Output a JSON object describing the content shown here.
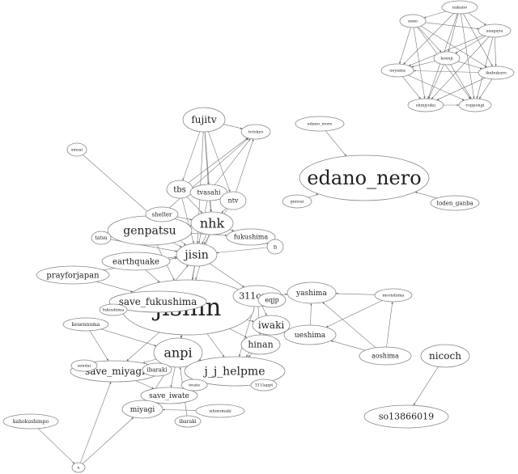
{
  "graph": {
    "nodes": [
      {
        "id": "jishin",
        "label": "jishin"
      },
      {
        "id": "edano_nero",
        "label": "edano_nero"
      },
      {
        "id": "anpi",
        "label": "anpi"
      },
      {
        "id": "j_j_helpme",
        "label": "j_j_helpme"
      },
      {
        "id": "genpatsu",
        "label": "genpatsu"
      },
      {
        "id": "nhk",
        "label": "nhk"
      },
      {
        "id": "jisin",
        "label": "jisin"
      },
      {
        "id": "fujitv",
        "label": "fujitv"
      },
      {
        "id": "save_fukushima",
        "label": "save_fukushima"
      },
      {
        "id": "save_miyagi",
        "label": "save_miyagi"
      },
      {
        "id": "prayforjapan",
        "label": "prayforjapan"
      },
      {
        "id": "earthquake",
        "label": "earthquake"
      },
      {
        "id": "311care",
        "label": "311care"
      },
      {
        "id": "iwaki",
        "label": "iwaki"
      },
      {
        "id": "hinan",
        "label": "hinan"
      },
      {
        "id": "tbs",
        "label": "tbs"
      },
      {
        "id": "tvasahi",
        "label": "tvasahi"
      },
      {
        "id": "ntv",
        "label": "ntv"
      },
      {
        "id": "shelter",
        "label": "shelter"
      },
      {
        "id": "fukushima",
        "label": "fukushima"
      },
      {
        "id": "fukushima2",
        "label": "fukushima"
      },
      {
        "id": "save_iwate",
        "label": "save_iwate"
      },
      {
        "id": "miyagi",
        "label": "miyagi"
      },
      {
        "id": "ibaraki",
        "label": "ibaraki"
      },
      {
        "id": "ibaraki2",
        "label": "ibaraki"
      },
      {
        "id": "sendai",
        "label": "sendai"
      },
      {
        "id": "eqjp",
        "label": "eqjp"
      },
      {
        "id": "n",
        "label": "n"
      },
      {
        "id": "tatsu",
        "label": "tatsu"
      },
      {
        "id": "sinsai",
        "label": "sinsai"
      },
      {
        "id": "tvtokyo",
        "label": "tvtokyo"
      },
      {
        "id": "kesennuma",
        "label": "kesennuma"
      },
      {
        "id": "iwate",
        "label": "iwate"
      },
      {
        "id": "ishinomaki",
        "label": "ishinomaki"
      },
      {
        "id": "311lapp",
        "label": "311lappt"
      },
      {
        "id": "kahokushimpo",
        "label": "kahokushimpo"
      },
      {
        "id": "bottom_node",
        "label": "x"
      },
      {
        "id": "yashima",
        "label": "yashima"
      },
      {
        "id": "ueshima",
        "label": "ueshima"
      },
      {
        "id": "aoshima",
        "label": "aoshima"
      },
      {
        "id": "morishima",
        "label": "morishima"
      },
      {
        "id": "nicoch",
        "label": "nicoch"
      },
      {
        "id": "so13866019",
        "label": "so13866019"
      },
      {
        "id": "edano_wore",
        "label": "edano_wore"
      },
      {
        "id": "genvai",
        "label": "genvai"
      },
      {
        "id": "toden_ganba",
        "label": "toden_ganba"
      },
      {
        "id": "nakano",
        "label": "nakano"
      },
      {
        "id": "ueno",
        "label": "ueno"
      },
      {
        "id": "asagaya",
        "label": "asagaya"
      },
      {
        "id": "koenji",
        "label": "koenji"
      },
      {
        "id": "akihabara",
        "label": "ikebukuro"
      },
      {
        "id": "ueyama",
        "label": "ueyama"
      },
      {
        "id": "shinjyuku",
        "label": "shinjyuku"
      },
      {
        "id": "roppongi",
        "label": "roppongi"
      }
    ],
    "edges": [
      [
        "edano_wore",
        "edano_nero"
      ],
      [
        "genvai",
        "edano_nero"
      ],
      [
        "toden_ganba",
        "edano_nero"
      ],
      [
        "nicoch",
        "so13866019"
      ],
      [
        "morishima",
        "yashima"
      ],
      [
        "morishima",
        "ueshima"
      ],
      [
        "aoshima",
        "morishima"
      ],
      [
        "aoshima",
        "yashima"
      ],
      [
        "aoshima",
        "ueshima"
      ],
      [
        "ueshima",
        "yashima"
      ],
      [
        "311care",
        "yashima"
      ],
      [
        "nakano",
        "ueno"
      ],
      [
        "nakano",
        "asagaya"
      ],
      [
        "nakano",
        "koenji"
      ],
      [
        "nakano",
        "akihabara"
      ],
      [
        "nakano",
        "ueyama"
      ],
      [
        "nakano",
        "shinjyuku"
      ],
      [
        "nakano",
        "roppongi"
      ],
      [
        "ueno",
        "asagaya"
      ],
      [
        "ueno",
        "koenji"
      ],
      [
        "ueno",
        "akihabara"
      ],
      [
        "ueno",
        "ueyama"
      ],
      [
        "ueno",
        "shinjyuku"
      ],
      [
        "ueno",
        "roppongi"
      ],
      [
        "asagaya",
        "koenji"
      ],
      [
        "asagaya",
        "akihabara"
      ],
      [
        "asagaya",
        "ueyama"
      ],
      [
        "asagaya",
        "shinjyuku"
      ],
      [
        "asagaya",
        "roppongi"
      ],
      [
        "koenji",
        "akihabara"
      ],
      [
        "koenji",
        "ueyama"
      ],
      [
        "koenji",
        "shinjyuku"
      ],
      [
        "koenji",
        "roppongi"
      ],
      [
        "akihabara",
        "ueyama"
      ],
      [
        "akihabara",
        "shinjyuku"
      ],
      [
        "akihabara",
        "roppongi"
      ],
      [
        "ueyama",
        "shinjyuku"
      ],
      [
        "ueyama",
        "roppongi"
      ],
      [
        "shinjyuku",
        "roppongi"
      ],
      [
        "sinsai",
        "jisin"
      ],
      [
        "fujitv",
        "tvtokyo"
      ],
      [
        "fujitv",
        "tbs"
      ],
      [
        "fujitv",
        "tvasahi"
      ],
      [
        "fujitv",
        "ntv"
      ],
      [
        "fujitv",
        "nhk"
      ],
      [
        "fujitv",
        "jisin"
      ],
      [
        "tbs",
        "tvtokyo"
      ],
      [
        "tvasahi",
        "tvtokyo"
      ],
      [
        "ntv",
        "tvtokyo"
      ],
      [
        "shelter",
        "tvtokyo"
      ],
      [
        "tbs",
        "nhk"
      ],
      [
        "tvasahi",
        "nhk"
      ],
      [
        "ntv",
        "nhk"
      ],
      [
        "shelter",
        "nhk"
      ],
      [
        "tbs",
        "jisin"
      ],
      [
        "tvasahi",
        "jisin"
      ],
      [
        "ntv",
        "jisin"
      ],
      [
        "genpatsu",
        "nhk"
      ],
      [
        "genpatsu",
        "jisin"
      ],
      [
        "genpatsu",
        "jishin"
      ],
      [
        "genpatsu",
        "fukushima"
      ],
      [
        "nhk",
        "jisin"
      ],
      [
        "nhk",
        "jishin"
      ],
      [
        "nhk",
        "fukushima"
      ],
      [
        "tatsu",
        "jisin"
      ],
      [
        "n",
        "jisin"
      ],
      [
        "fukushima",
        "n"
      ],
      [
        "earthquake",
        "jishin"
      ],
      [
        "earthquake",
        "jisin"
      ],
      [
        "prayforjapan",
        "jishin"
      ],
      [
        "prayforjapan",
        "jisin"
      ],
      [
        "save_fukushima",
        "jishin"
      ],
      [
        "save_fukushima",
        "jisin"
      ],
      [
        "jisin",
        "jishin"
      ],
      [
        "jisin",
        "anpi"
      ],
      [
        "jisin",
        "311care"
      ],
      [
        "jishin",
        "anpi"
      ],
      [
        "jishin",
        "j_j_helpme"
      ],
      [
        "jishin",
        "311care"
      ],
      [
        "jishin",
        "save_miyagi"
      ],
      [
        "jishin",
        "iwaki"
      ],
      [
        "jishin",
        "hinan"
      ],
      [
        "jishin",
        "eqjp"
      ],
      [
        "311care",
        "j_j_helpme"
      ],
      [
        "311care",
        "hinan"
      ],
      [
        "311care",
        "iwaki"
      ],
      [
        "iwaki",
        "j_j_helpme"
      ],
      [
        "hinan",
        "j_j_helpme"
      ],
      [
        "311lapp",
        "j_j_helpme"
      ],
      [
        "anpi",
        "j_j_helpme"
      ],
      [
        "anpi",
        "save_miyagi"
      ],
      [
        "anpi",
        "save_iwate"
      ],
      [
        "anpi",
        "ibaraki"
      ],
      [
        "anpi",
        "miyagi"
      ],
      [
        "kesennuma",
        "save_miyagi"
      ],
      [
        "kesennuma",
        "anpi"
      ],
      [
        "sendai",
        "save_miyagi"
      ],
      [
        "iwate",
        "save_iwate"
      ],
      [
        "ishinomaki",
        "miyagi"
      ],
      [
        "ibaraki2",
        "anpi"
      ],
      [
        "save_miyagi",
        "save_iwate"
      ],
      [
        "save_iwate",
        "miyagi"
      ],
      [
        "kahokushimpo",
        "bottom_node"
      ],
      [
        "bottom_node",
        "save_miyagi"
      ],
      [
        "bottom_node",
        "miyagi"
      ],
      [
        "j_j_helpme",
        "save_iwate"
      ],
      [
        "fukushima2",
        "jishin"
      ]
    ]
  }
}
